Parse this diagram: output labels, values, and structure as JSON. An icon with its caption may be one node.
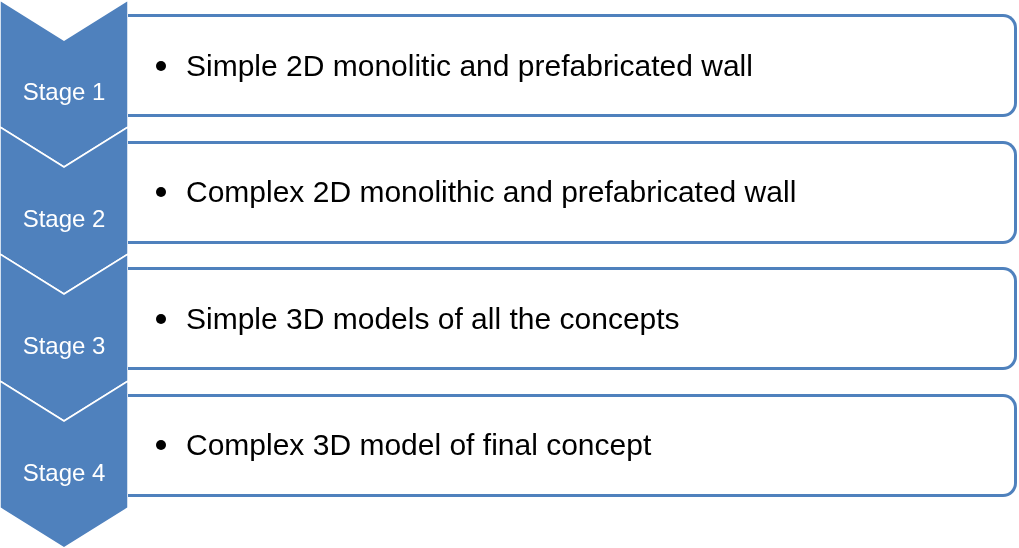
{
  "diagram": {
    "nodes": [
      {
        "text": [
          "Stage 1"
        ]
      },
      {
        "text": [
          "Simple 2D monolitic and prefabricated wall"
        ]
      },
      {
        "text": [
          "Stage 2"
        ]
      },
      {
        "text": [
          "Complex 2D monolithic and prefabricated wall"
        ]
      },
      {
        "text": [
          "Stage 3"
        ]
      },
      {
        "text": [
          "Simple 3D models of all the concepts"
        ]
      },
      {
        "text": [
          "Stage 4"
        ]
      },
      {
        "text": [
          "Complex 3D model of final concept"
        ]
      }
    ]
  }
}
